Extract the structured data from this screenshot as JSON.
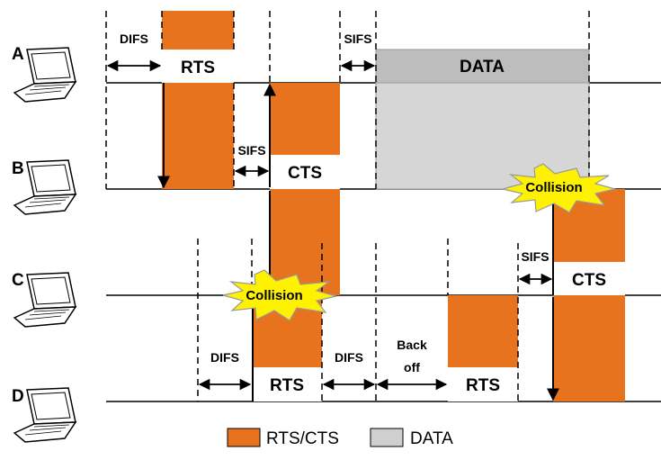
{
  "stations": [
    {
      "id": "A",
      "label": "A"
    },
    {
      "id": "B",
      "label": "B"
    },
    {
      "id": "C",
      "label": "C"
    },
    {
      "id": "D",
      "label": "D"
    }
  ],
  "labels": {
    "difs": "DIFS",
    "sifs": "SIFS",
    "rts": "RTS",
    "cts": "CTS",
    "data": "DATA",
    "backoff_line1": "Back",
    "backoff_line2": "off",
    "collision": "Collision"
  },
  "legend": {
    "rts_cts": "RTS/CTS",
    "data": "DATA"
  },
  "colors": {
    "rts_cts": "#e8731e",
    "data_fill": "#d6d6d6",
    "data_header": "#bdbdbd",
    "collision_fill": "#fff200",
    "line": "#000000"
  }
}
